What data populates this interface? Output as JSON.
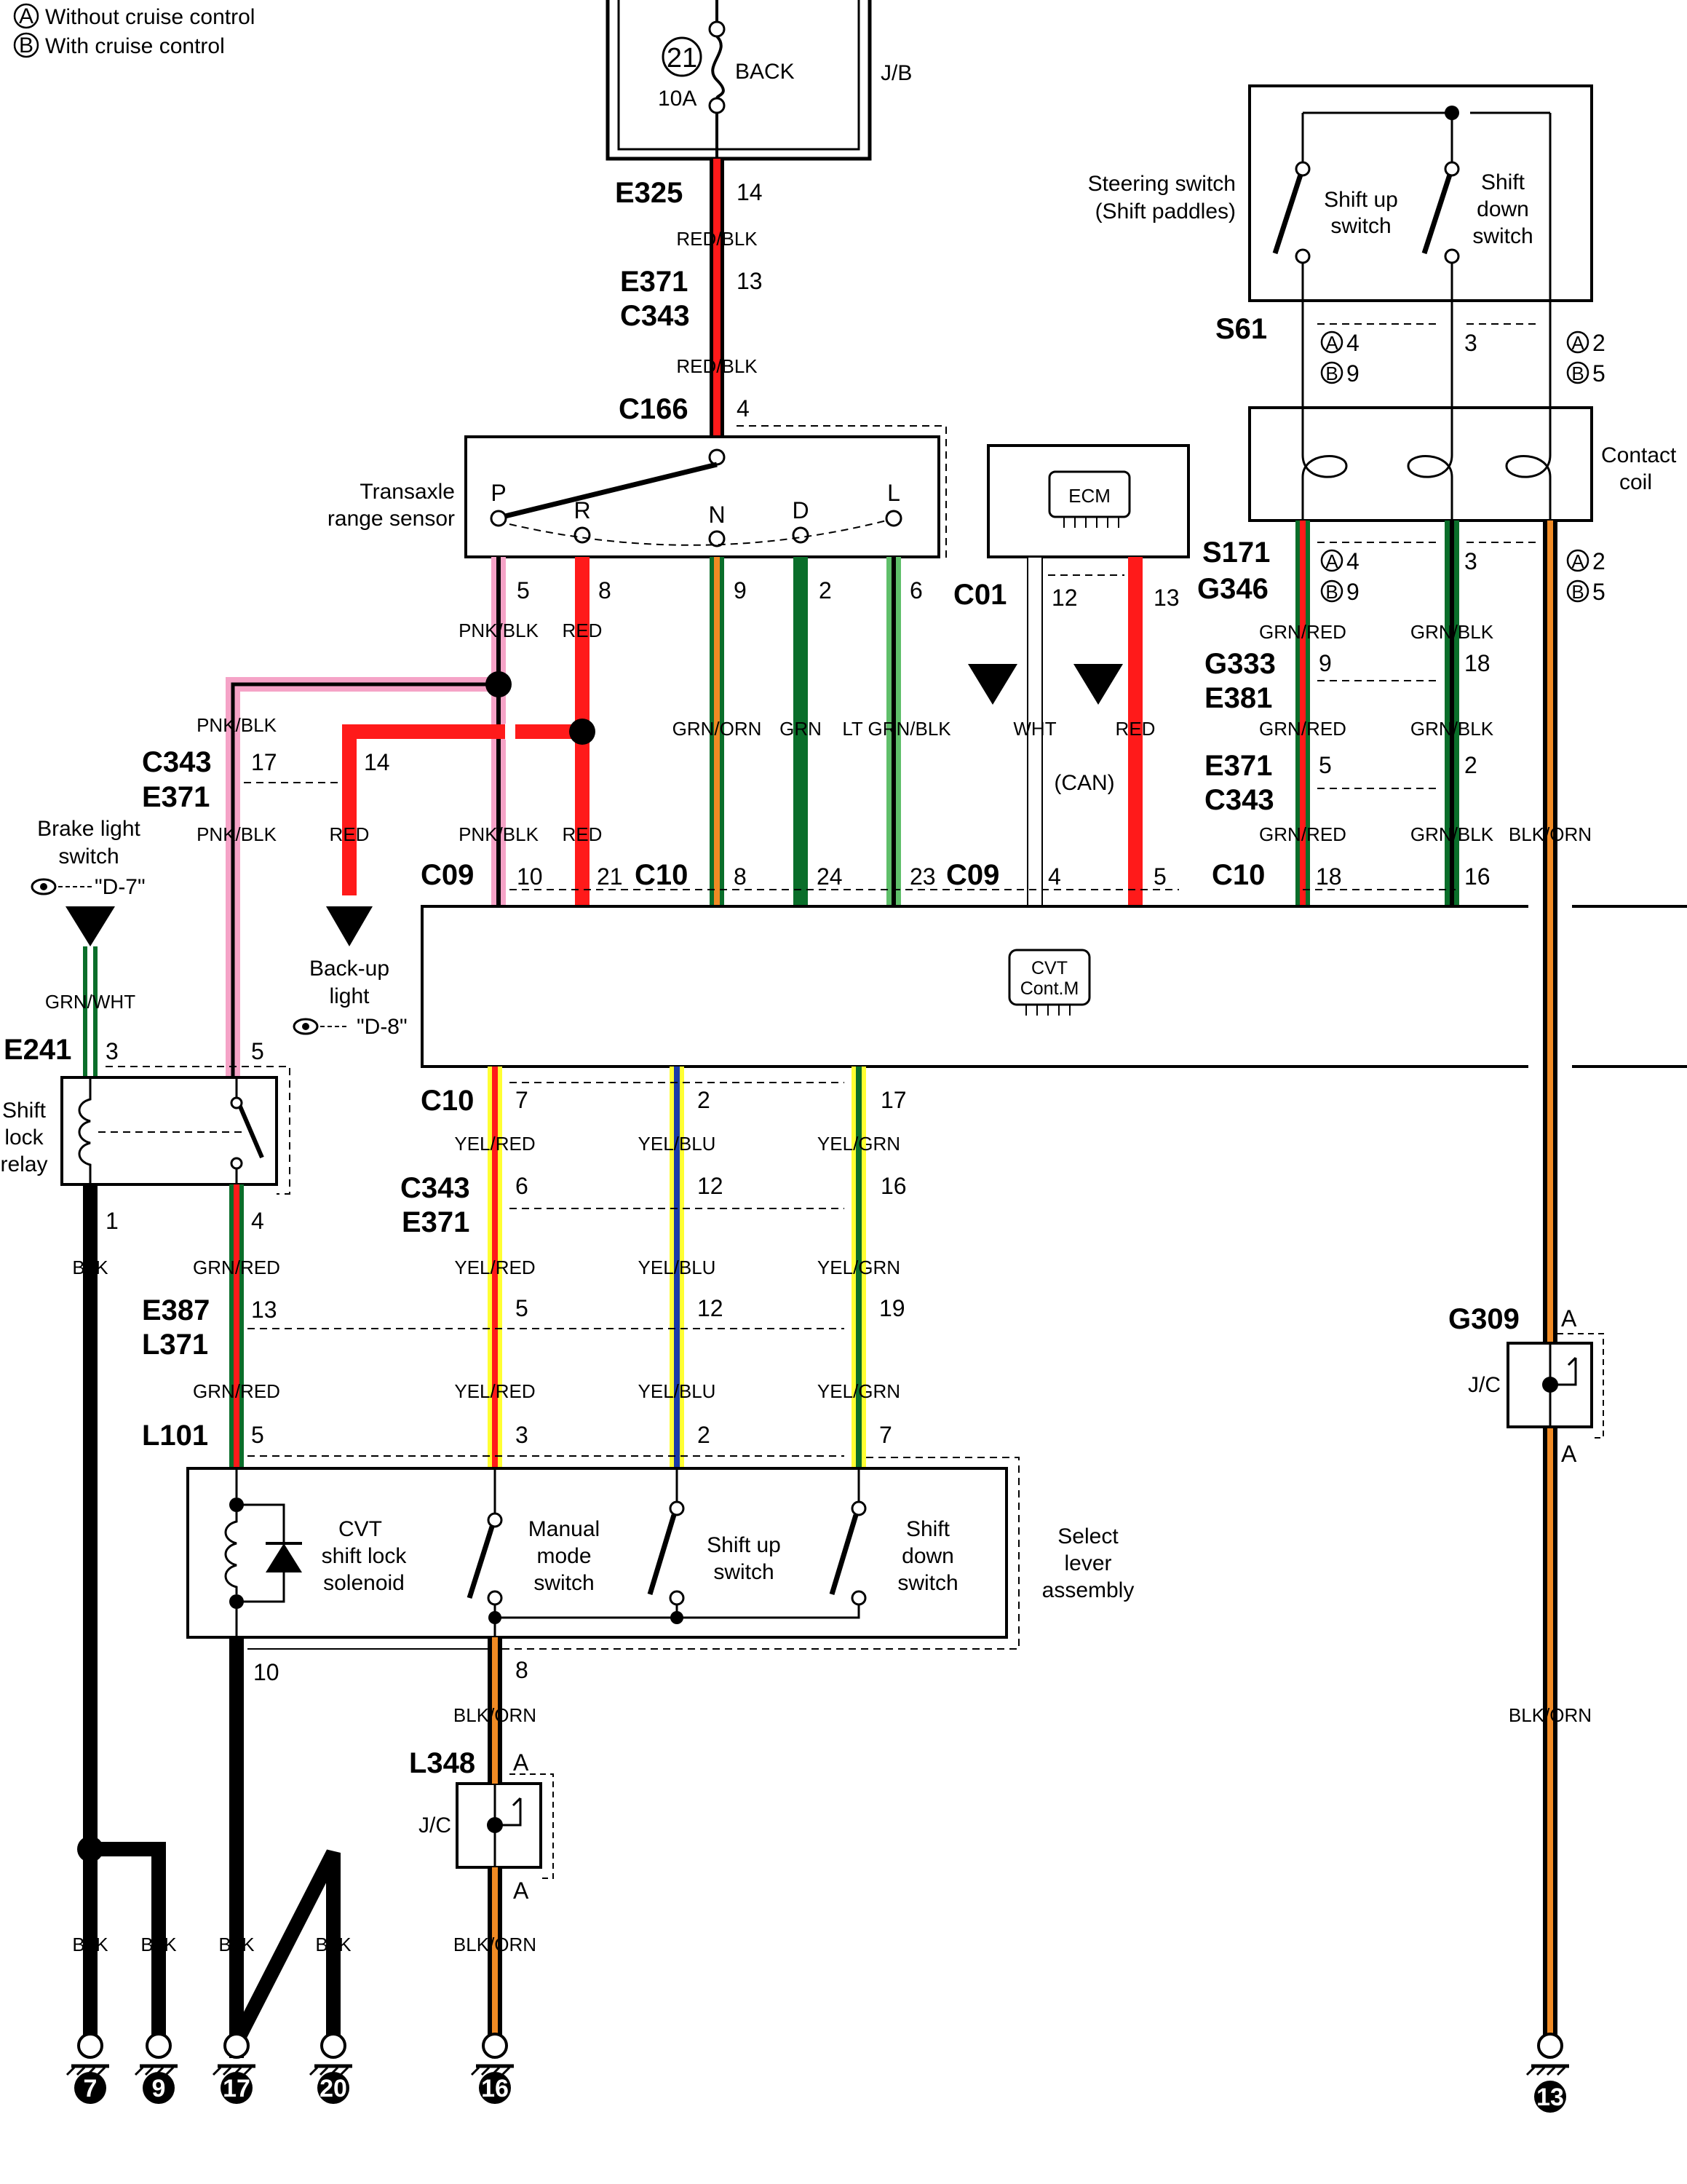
{
  "notes": {
    "a": "Without cruise control",
    "b": "With cruise control",
    "a_mark": "A",
    "b_mark": "B"
  },
  "fuse": {
    "number": "21",
    "name": "BACK",
    "rating": "10A",
    "box": "J/B"
  },
  "components": {
    "steering_switch": [
      "Steering switch",
      "(Shift paddles)"
    ],
    "shift_up_paddle": [
      "Shift up",
      "switch"
    ],
    "shift_down_paddle": [
      "Shift",
      "down",
      "switch"
    ],
    "contact_coil": [
      "Contact",
      "coil"
    ],
    "transaxle": [
      "Transaxle",
      "range sensor"
    ],
    "ecm": "ECM",
    "cvt": [
      "CVT",
      "Cont.M"
    ],
    "brake_light": [
      "Brake light",
      "switch"
    ],
    "brake_ref": "\"D-7\"",
    "backup_light": [
      "Back-up",
      "light"
    ],
    "backup_ref": "\"D-8\"",
    "shift_lock_relay": [
      "Shift",
      "lock",
      "relay"
    ],
    "solenoid": [
      "CVT",
      "shift lock",
      "solenoid"
    ],
    "manual_mode": [
      "Manual",
      "mode",
      "switch"
    ],
    "shift_up_sel": [
      "Shift up",
      "switch"
    ],
    "shift_down_sel": [
      "Shift",
      "down",
      "switch"
    ],
    "select_lever": [
      "Select",
      "lever",
      "assembly"
    ],
    "jc": "J/C",
    "can": "(CAN)"
  },
  "range_positions": [
    "P",
    "R",
    "N",
    "D",
    "L"
  ],
  "connectors": {
    "E325": "E325",
    "E371": "E371",
    "C343": "C343",
    "C166": "C166",
    "C09": "C09",
    "C10": "C10",
    "C01": "C01",
    "S61": "S61",
    "S171": "S171",
    "G346": "G346",
    "G333": "G333",
    "E381": "E381",
    "E241": "E241",
    "E387": "E387",
    "L371": "L371",
    "L101": "L101",
    "L348": "L348",
    "G309": "G309"
  },
  "pins": {
    "e325": "14",
    "e371a": "13",
    "c166": "4",
    "tr_p": "5",
    "tr_r": "8",
    "tr_n": "9",
    "tr_d": "2",
    "tr_l": "6",
    "c01a": "12",
    "c01b": "13",
    "s61_a1": "4",
    "s61_b1": "9",
    "s61_2": "3",
    "s61_a3": "2",
    "s61_b3": "5",
    "s171_a1": "4",
    "s171_b1": "9",
    "s171_2": "3",
    "s171_a3": "2",
    "s171_b3": "5",
    "g333a": "9",
    "g333b": "18",
    "e371c": "5",
    "e371d": "2",
    "c343e": "17",
    "c343f": "14",
    "c09a": "10",
    "c09b": "21",
    "c10a": "8",
    "c10b": "24",
    "c10c": "23",
    "c09c": "4",
    "c09d": "5",
    "c10d": "18",
    "c10e": "16",
    "e241a": "3",
    "e241b": "5",
    "relay1": "1",
    "relay4": "4",
    "c10f": "7",
    "c10g": "2",
    "c10h": "17",
    "c343g": "6",
    "c343h": "12",
    "c343i": "16",
    "e387a": "13",
    "e387b": "5",
    "e387c": "12",
    "e387d": "19",
    "l101a": "5",
    "l101b": "3",
    "l101c": "2",
    "l101d": "7",
    "sel10": "10",
    "sel8": "8",
    "jcA": "A"
  },
  "wires": {
    "red_blk": "RED/BLK",
    "pnk_blk": "PNK/BLK",
    "red": "RED",
    "grn_orn": "GRN/ORN",
    "grn": "GRN",
    "lt_grn_blk": "LT GRN/BLK",
    "wht": "WHT",
    "grn_red": "GRN/RED",
    "grn_blk": "GRN/BLK",
    "blk_orn": "BLK/ORN",
    "grn_wht": "GRN/WHT",
    "blk": "BLK",
    "yel_red": "YEL/RED",
    "yel_blu": "YEL/BLU",
    "yel_grn": "YEL/GRN"
  },
  "flags": {
    "w": "W",
    "r": "R",
    "gw": "GW"
  },
  "grounds": [
    "7",
    "9",
    "17",
    "20",
    "16",
    "13"
  ],
  "colors": {
    "red": "#ff1a1a",
    "black": "#000000",
    "green": "#0a6e2a",
    "pink": "#f5a3c7",
    "yellow": "#ffff33",
    "orange": "#f08a24",
    "ltgreen": "#5fbf6a"
  }
}
